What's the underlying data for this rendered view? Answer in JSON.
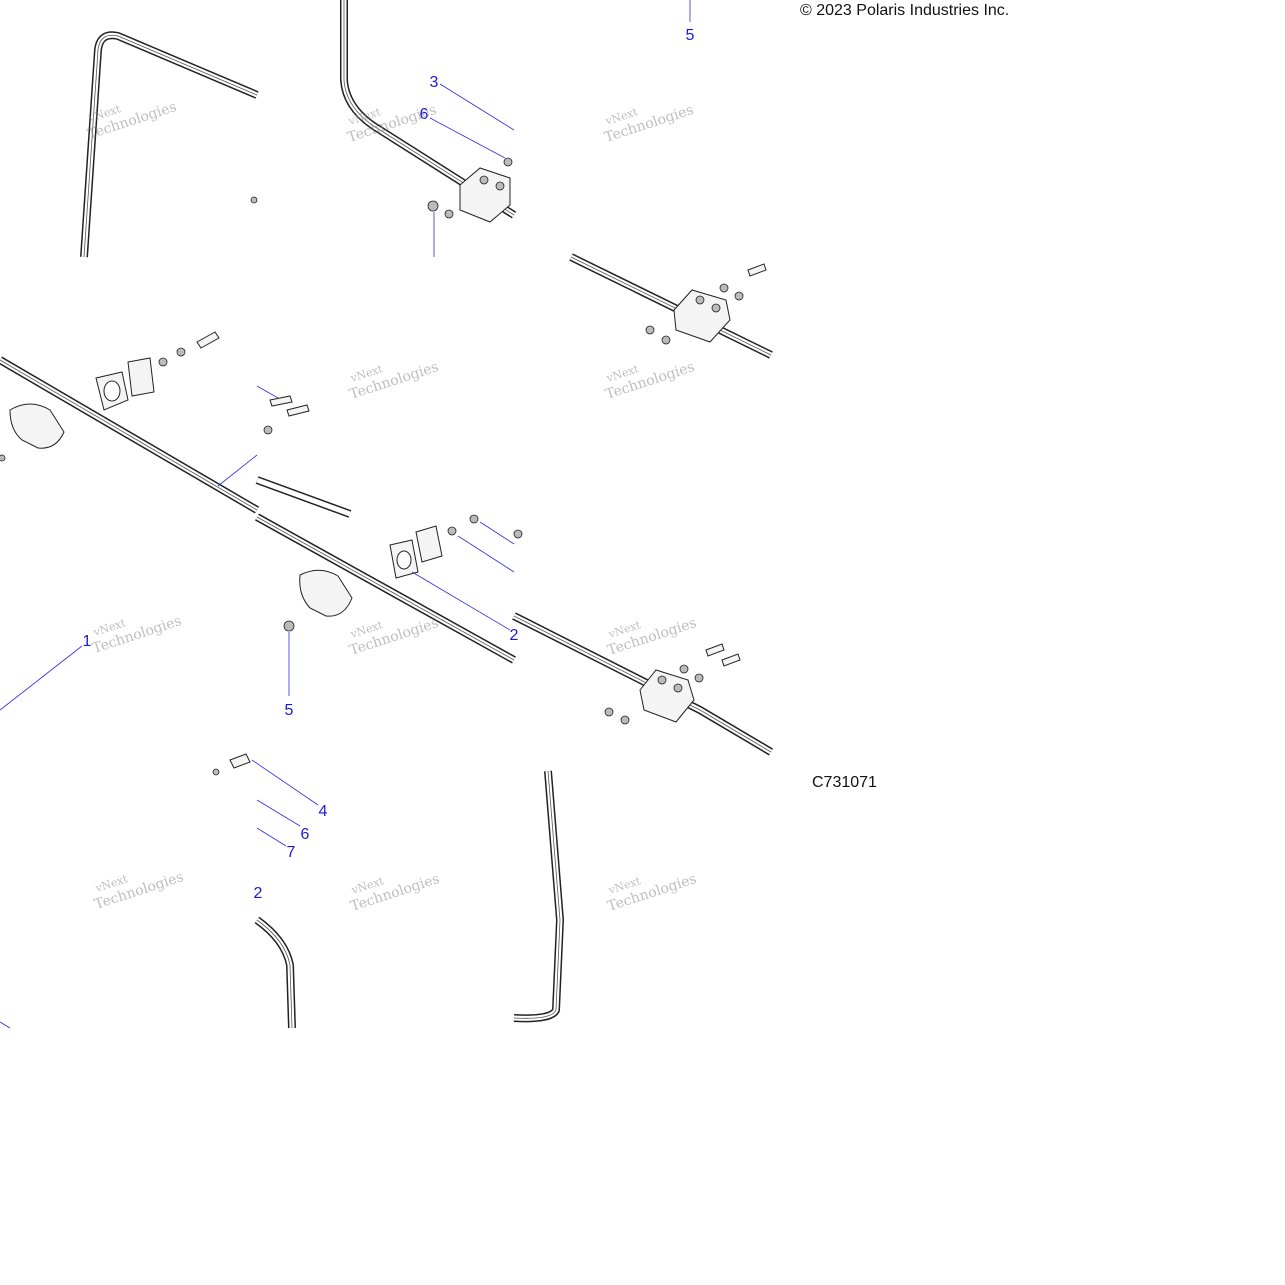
{
  "copyright": "© 2023 Polaris Industries Inc.",
  "diagram_code": "C731071",
  "watermark": {
    "line1": "vNext",
    "line2": "Technologies"
  },
  "callouts": {
    "c1": "1",
    "c2": "2",
    "c3": "3",
    "c4": "4",
    "c5": "5",
    "c6": "6",
    "c7": "7"
  },
  "colors": {
    "callout": "#1a1ad6",
    "leader": "#2f2fe0",
    "line": "#222222"
  }
}
